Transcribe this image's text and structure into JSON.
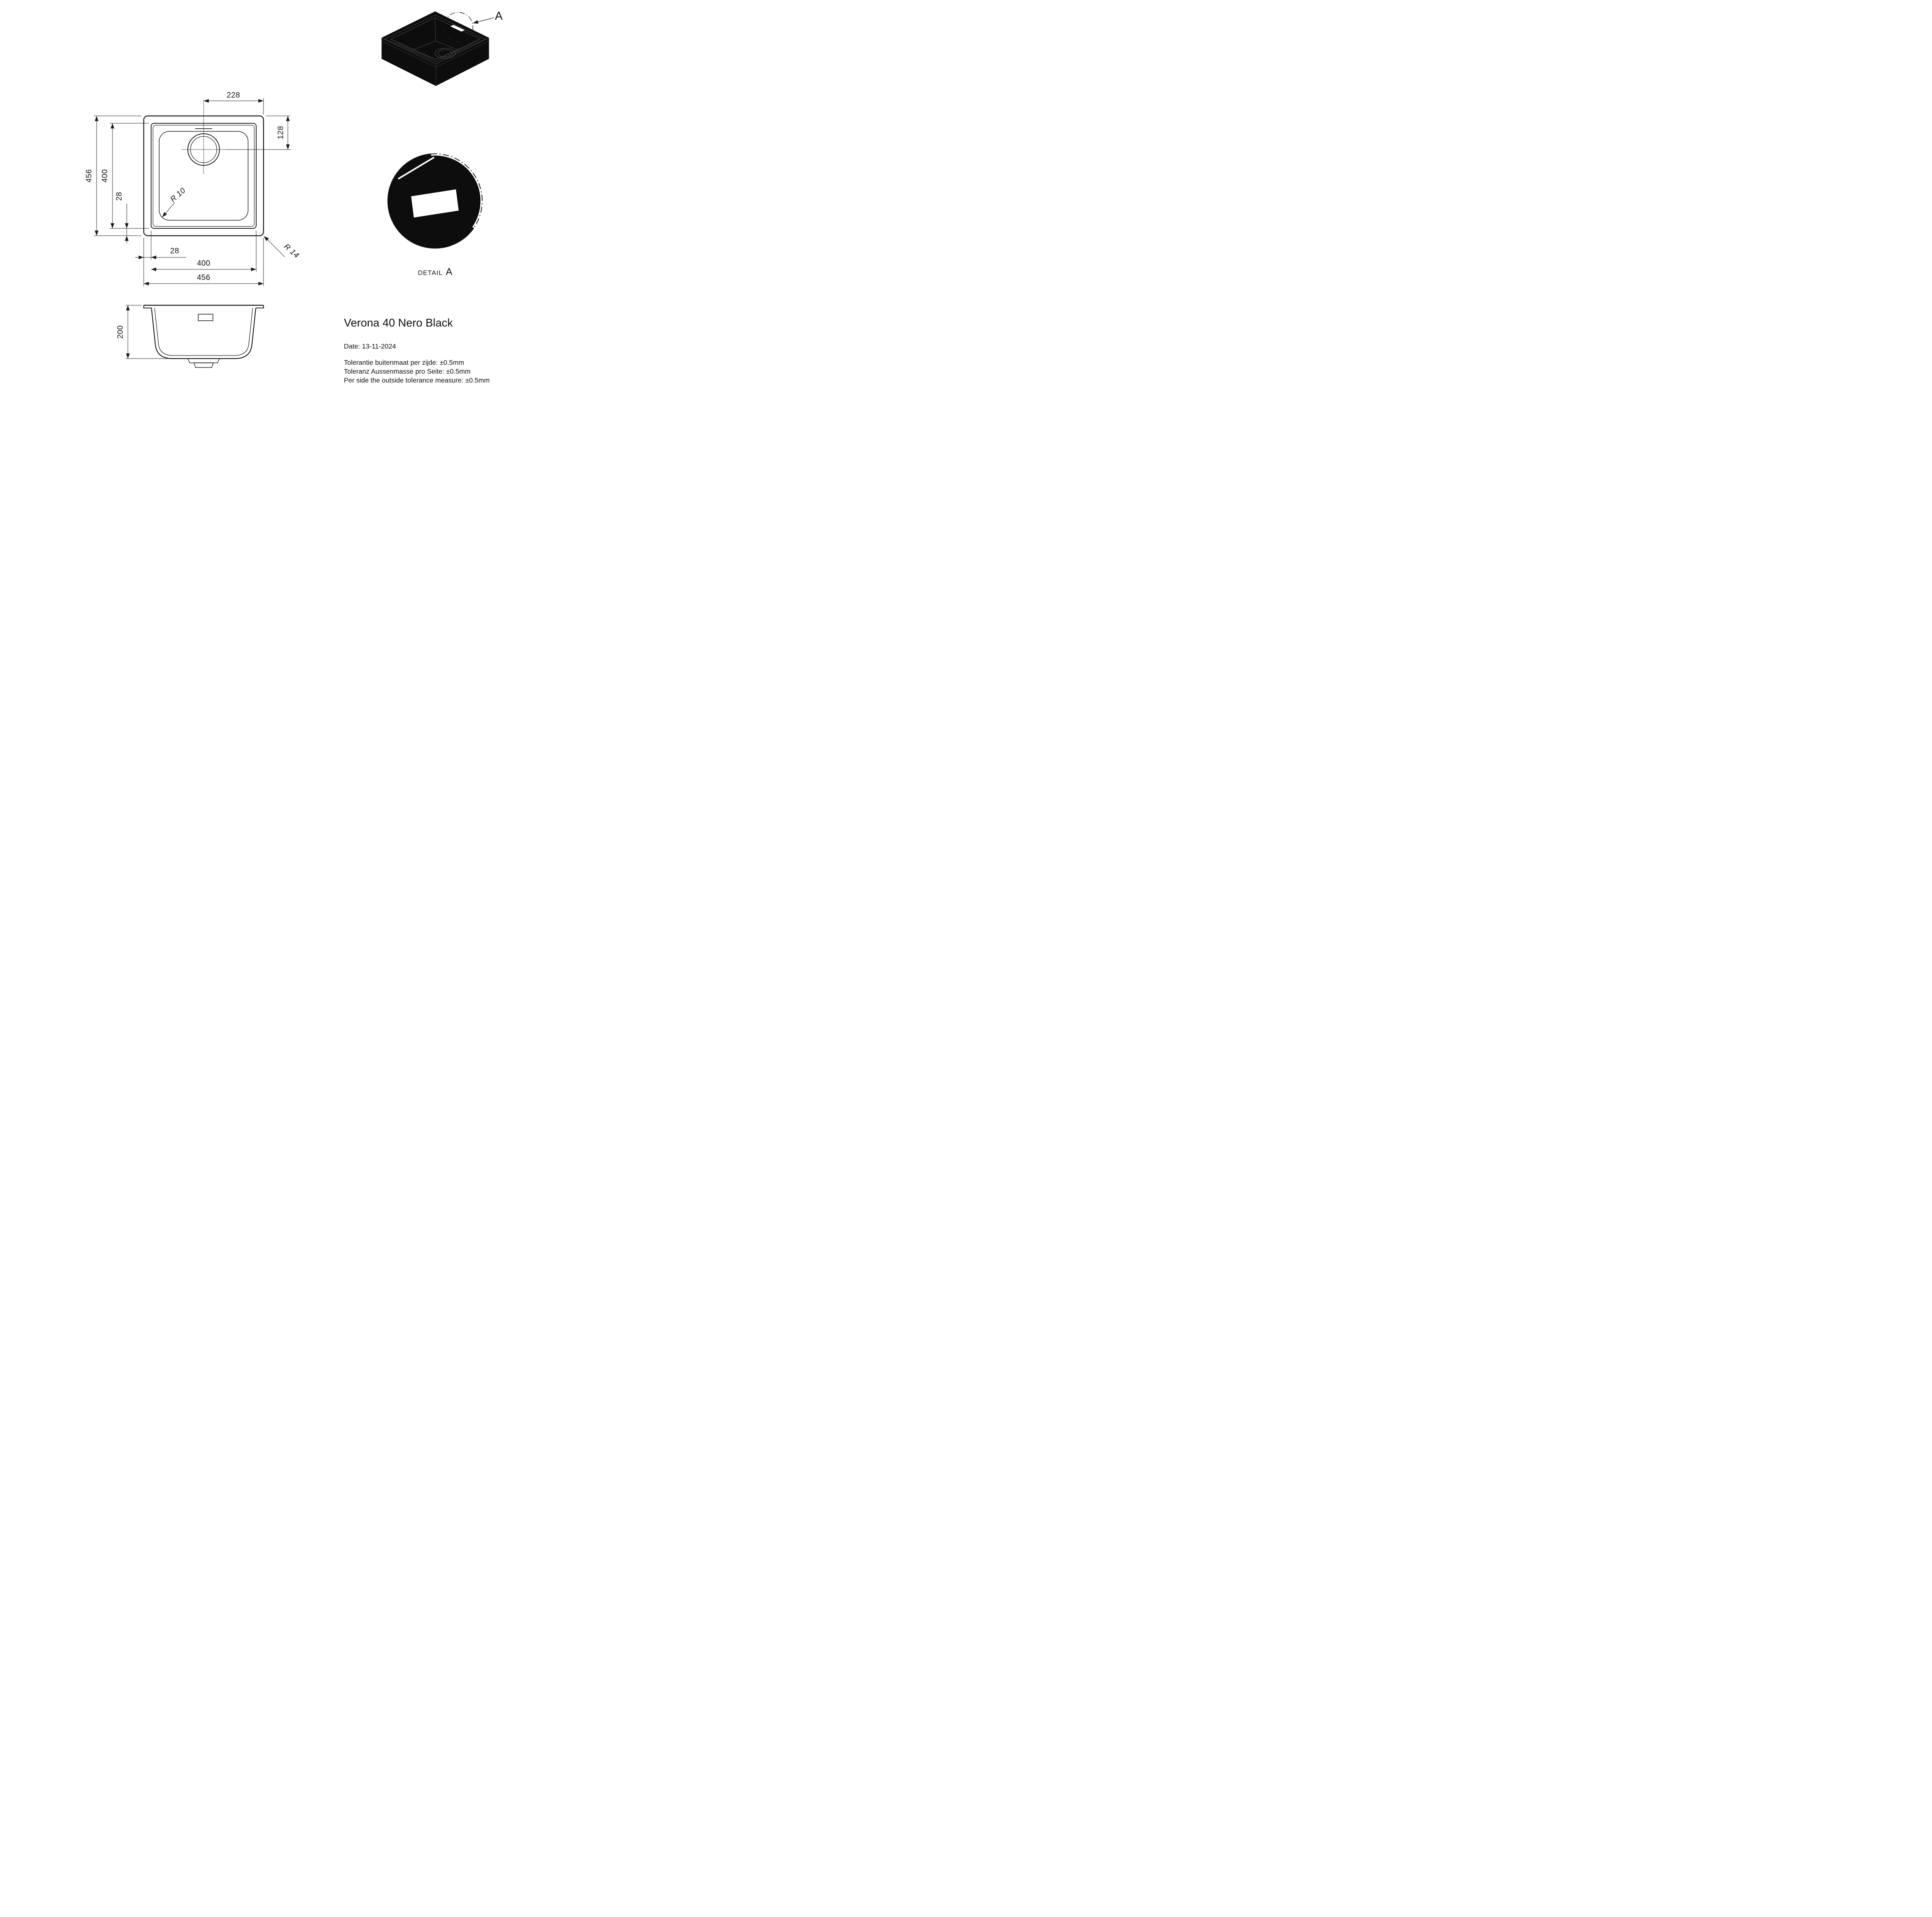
{
  "drawing": {
    "background": "#ffffff",
    "line_color": "#1a1a1a",
    "sink_color": "#0d0d0d"
  },
  "top_view": {
    "dim_top_width": "228",
    "dim_drain_offset": "128",
    "dim_outer_height": "456",
    "dim_inner_height": "400",
    "dim_rim_offset_left": "28",
    "dim_rim_offset_bottom": "28",
    "dim_inner_width": "400",
    "dim_outer_width": "456",
    "radius_inner_corner": "R 10",
    "radius_outer_corner": "R 14"
  },
  "side_view": {
    "dim_depth": "200"
  },
  "iso_view": {
    "detail_marker": "A"
  },
  "detail_view": {
    "label": "DETAIL",
    "marker": "A"
  },
  "title_block": {
    "product_name": "Verona 40 Nero Black",
    "date_line": "Date: 13-11-2024",
    "tolerance_lines": [
      "Tolerantie buitenmaat per zijde: ±0.5mm",
      "Toleranz Aussenmasse pro Seite: ±0.5mm",
      "Per side the outside tolerance measure: ±0.5mm"
    ]
  }
}
